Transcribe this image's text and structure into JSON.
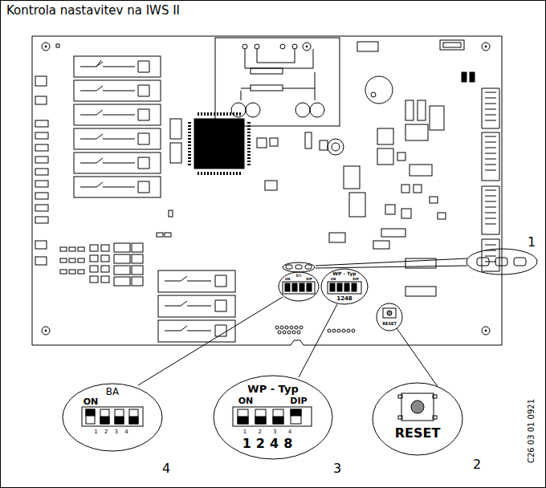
{
  "diagram": {
    "title": "Kontrola nastavitev na IWS II",
    "labels": [
      "1",
      "BA",
      "ON",
      "DIP",
      "WP - Typ",
      "ON",
      "DIP",
      "1248",
      "RESET",
      "BA",
      "ON",
      "1 2 3 4",
      "4",
      "WP - Typ",
      "ON",
      "DIP",
      "1 2 3 4",
      "1248",
      "3",
      "RESET",
      "2",
      "C26 03 01 0921"
    ]
  }
}
